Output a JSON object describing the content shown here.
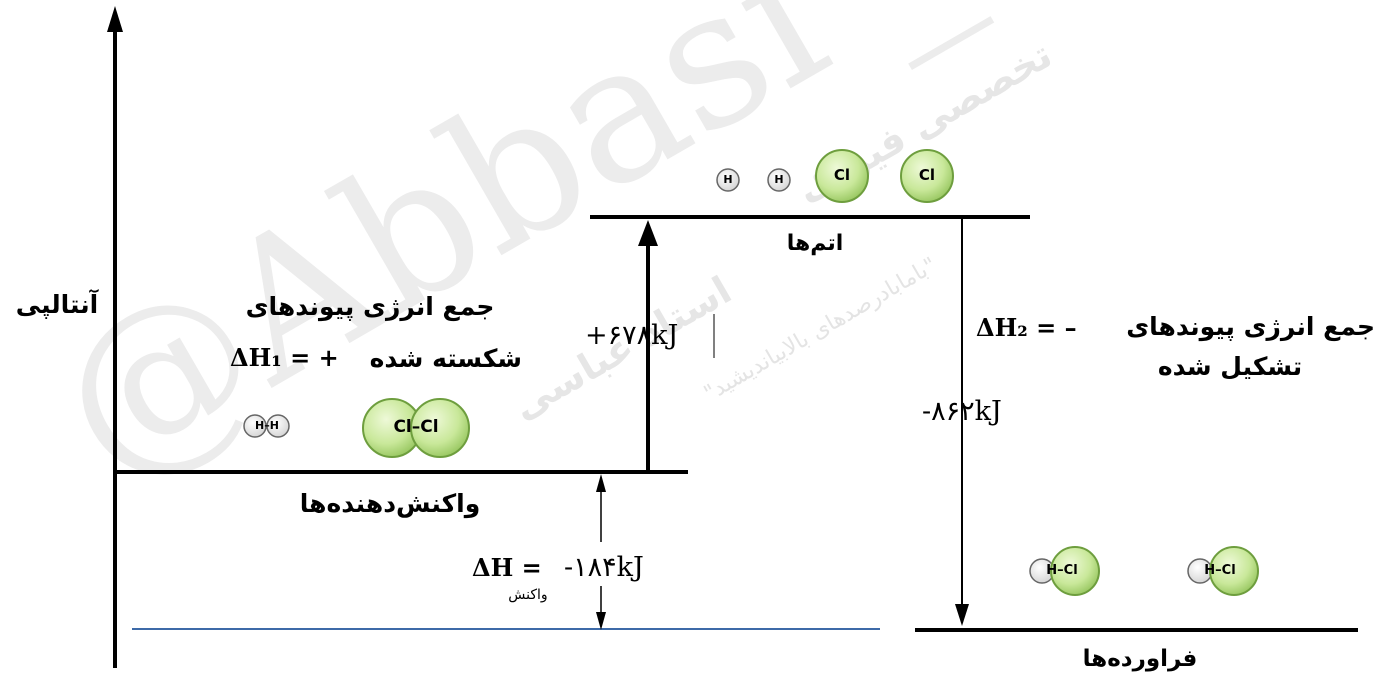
{
  "watermark": {
    "main": "@Abbasi _C",
    "sub1": "استاد عباسی",
    "sub2": "تخصصی فیزیک",
    "sub3": "\"بامابادرصدهای بالابیاندیشید\""
  },
  "axis": {
    "label": "آنتالپی"
  },
  "levels": {
    "atoms": "اتم‌ها",
    "reactants": "واکنش‌دهنده‌ها",
    "products": "فراورده‌ها"
  },
  "left_block": {
    "line1": "جمع انرژی پیوندهای",
    "line2": "شکسته شده",
    "dh_symbol": "ΔH₁ = +"
  },
  "right_block": {
    "line1": "جمع انرژی پیوندهای",
    "line2": "تشکیل شده",
    "dh_symbol": "ΔH₂ = –"
  },
  "values": {
    "up": "+۶۷۸kJ",
    "down": "-۸۶۲kJ",
    "reaction": "-۱۸۴kJ"
  },
  "reaction_dh": {
    "symbol": "ΔH =",
    "subscript": "واکنش"
  },
  "molecules": {
    "atoms": [
      "H",
      "H",
      "Cl",
      "Cl"
    ],
    "reactants": [
      "H–H",
      "Cl–Cl"
    ],
    "products": [
      "H–Cl",
      "H–Cl"
    ]
  },
  "colors": {
    "green_fill": "#c9e89a",
    "green_dark": "#7fb24a",
    "h_fill": "#f3f3f3",
    "baseline_blue": "#3d6aa8",
    "watermark_gray": "#e9e9e9"
  }
}
